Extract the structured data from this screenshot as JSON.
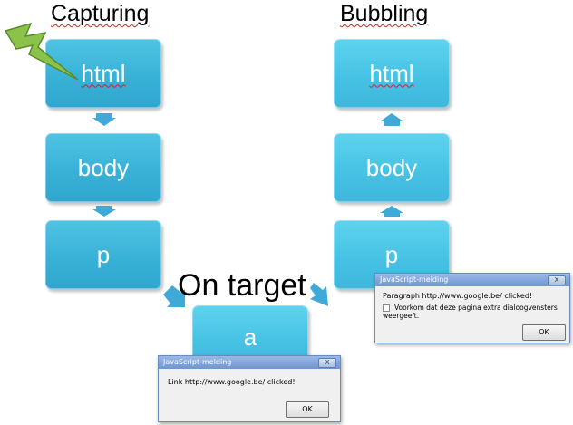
{
  "capturing": {
    "title": "Capturing",
    "boxes": [
      "html",
      "body",
      "p"
    ]
  },
  "bubbling": {
    "title": "Bubbling",
    "boxes": [
      "html",
      "body",
      "p"
    ]
  },
  "on_target": {
    "title": "On target",
    "box": "a"
  },
  "dialog_link": {
    "titlebar": "JavaScript-melding",
    "close_label": "X",
    "message": "Link http://www.google.be/ clicked!",
    "ok_label": "OK"
  },
  "dialog_paragraph": {
    "titlebar": "JavaScript-melding",
    "close_label": "X",
    "message": "Paragraph  http://www.google.be/ clicked!",
    "checkbox_label": "Voorkom dat deze pagina extra dialoogvensters weergeeft.",
    "ok_label": "OK"
  },
  "colors": {
    "box": "#45c1e4",
    "arrow": "#3fa9d8",
    "lightning": "#8bc34a"
  },
  "icons": {
    "lightning": "lightning-bolt-icon"
  }
}
